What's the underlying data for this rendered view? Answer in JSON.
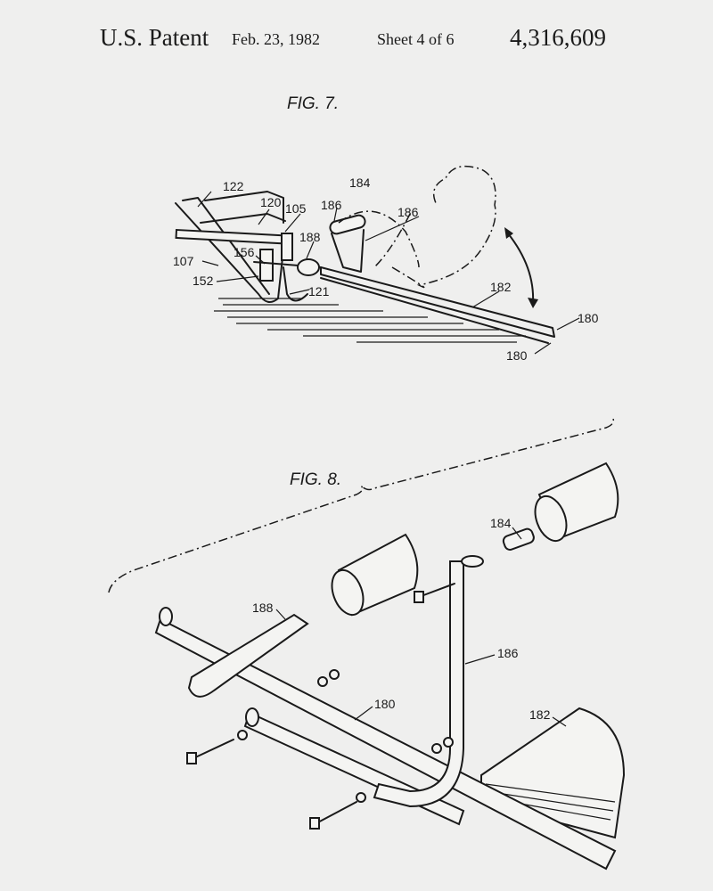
{
  "header": {
    "title": "U.S. Patent",
    "date": "Feb. 23, 1982",
    "sheet": "Sheet 4 of 6",
    "patent_number": "4,316,609"
  },
  "fig7": {
    "title": "FIG. 7.",
    "labels": [
      "122",
      "120",
      "105",
      "186",
      "184",
      "186",
      "188",
      "156",
      "107",
      "152",
      "121",
      "182",
      "180",
      "180"
    ]
  },
  "fig8": {
    "title": "FIG. 8.",
    "labels": [
      "184",
      "188",
      "186",
      "180",
      "182"
    ]
  }
}
